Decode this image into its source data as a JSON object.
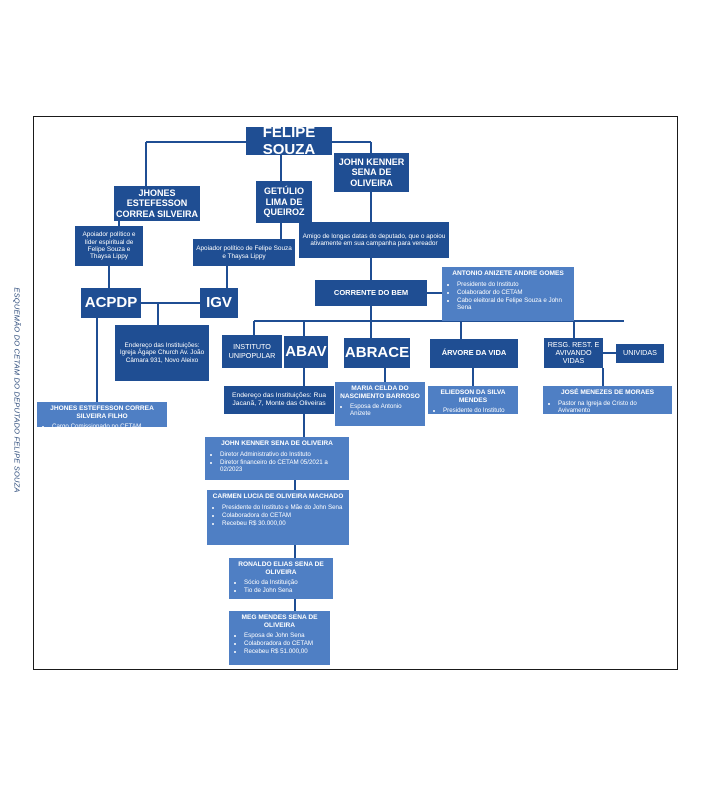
{
  "side_title": "ESQUEMÃO DO CETAM DO DEPUTADO FELIPE SOUZA",
  "nodes": {
    "felipe": "FELIPE SOUZA",
    "jhones": "JHONES ESTEFESSON CORREA SILVEIRA",
    "getulio": "GETÚLIO LIMA DE QUEIROZ",
    "john_top": "JOHN KENNER SENA DE OLIVEIRA",
    "jhones_desc": "Apoiador político e líder espiritual de Felipe Souza e Thaysa Lippy",
    "getulio_desc": "Apoiador político de Felipe Souza e Thaysa Lippy",
    "john_desc": "Amigo de longas datas do deputado, que o apoiou ativamente em sua campanha para vereador",
    "acpdp": "ACPDP",
    "igv": "IGV",
    "igv_address": "Endereço das Instituições: Igreja Ágape Church Av. João Câmara 931, Novo Aleixo",
    "corrente": "CORRENTE DO BEM",
    "antonio": {
      "name": "ANTONIO ANIZETE ANDRE GOMES",
      "items": [
        "Presidente do Instituto",
        "Colaborador do CETAM",
        "Cabo eleitoral de Felipe Souza e John Sena"
      ]
    },
    "instituto_unipopular": "INSTITUTO UNIPOPULAR",
    "abav": "ABAV",
    "abrace": "ABRACE",
    "arvore": "ÁRVORE DA VIDA",
    "resg": "RESG. REST. E AVIVANDO VIDAS",
    "unividas": "UNIVIDAS",
    "jhones_filho": {
      "name": "JHONES ESTEFESSON CORREA SILVEIRA FILHO",
      "items": [
        "Cargo Comissionado no CETAM"
      ]
    },
    "abav_address": "Endereço das Instituições: Rua Jacanã, 7, Monte das Oliveiras",
    "maria": {
      "name": "MARIA CELDA DO NASCIMENTO BARROSO",
      "items": [
        "Esposa de Antonio Anizete"
      ]
    },
    "eliedson": {
      "name": "ELIEDSON DA SILVA MENDES",
      "items": [
        "Presidente do Instituto"
      ]
    },
    "jose": {
      "name": "JOSÉ MENEZES DE MORAES",
      "items": [
        "Pastor na Igreja de Cristo do Avivamento"
      ]
    },
    "john_detail": {
      "name": "JOHN KENNER SENA DE OLIVEIRA",
      "items": [
        "Diretor Administrativo do Instituto",
        "Diretor financeiro do CETAM 05/2021 a 02/2023"
      ]
    },
    "carmen": {
      "name": "CARMEN LUCIA DE OLIVEIRA MACHADO",
      "items": [
        "Presidente do Instituto e Mãe do John Sena",
        "Colaboradora do CETAM",
        "Recebeu R$ 30.000,00"
      ]
    },
    "ronaldo": {
      "name": "RONALDO ELIAS SENA DE OLIVEIRA",
      "items": [
        "Sócio da Instituição",
        "Tio de John Sena"
      ]
    },
    "meg": {
      "name": "MEG MENDES SENA DE OLIVEIRA",
      "items": [
        "Esposa de John Sena",
        "Colaboradora do CETAM",
        "Recebeu R$ 51.000,00"
      ]
    }
  },
  "colors": {
    "dark_box": "#1f4e93",
    "light_box": "#4f7fc4",
    "connector": "#1f4e93",
    "frame": "#1a1a1a"
  }
}
